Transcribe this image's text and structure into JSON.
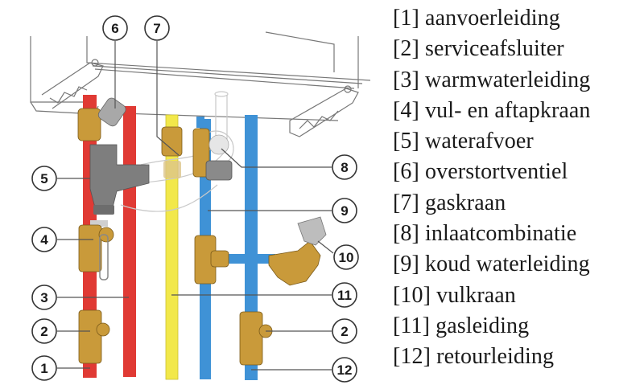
{
  "legend": {
    "items": [
      {
        "number": "1",
        "label": "[1] aanvoerleiding"
      },
      {
        "number": "2",
        "label": "[2] serviceafsluiter"
      },
      {
        "number": "3",
        "label": "[3] warmwaterleiding"
      },
      {
        "number": "4",
        "label": "[4] vul- en aftapkraan"
      },
      {
        "number": "5",
        "label": "[5] waterafvoer"
      },
      {
        "number": "6",
        "label": "[6] overstortventiel"
      },
      {
        "number": "7",
        "label": "[7] gaskraan"
      },
      {
        "number": "8",
        "label": "[8] inlaatcombinatie"
      },
      {
        "number": "9",
        "label": "[9] koud waterleiding"
      },
      {
        "number": "10",
        "label": "[10] vulkraan"
      },
      {
        "number": "11",
        "label": "[11] gasleiding"
      },
      {
        "number": "12",
        "label": "[12] retourleiding"
      }
    ]
  },
  "callouts": [
    {
      "id": "callout-6",
      "text": "6"
    },
    {
      "id": "callout-7",
      "text": "7"
    },
    {
      "id": "callout-5",
      "text": "5"
    },
    {
      "id": "callout-4",
      "text": "4"
    },
    {
      "id": "callout-3",
      "text": "3"
    },
    {
      "id": "callout-2-left",
      "text": "2"
    },
    {
      "id": "callout-1",
      "text": "1"
    },
    {
      "id": "callout-8",
      "text": "8"
    },
    {
      "id": "callout-9",
      "text": "9"
    },
    {
      "id": "callout-10",
      "text": "10"
    },
    {
      "id": "callout-11",
      "text": "11"
    },
    {
      "id": "callout-2-right",
      "text": "2"
    },
    {
      "id": "callout-12",
      "text": "12"
    }
  ],
  "colors": {
    "supply_pipe": "#e03a34",
    "hot_water_pipe": "#e03a34",
    "gas_pipe": "#f2e84a",
    "cold_water_pipe": "#3f92d6",
    "return_pipe": "#3f92d6",
    "brass": "#c99a3a",
    "drain_grey": "#8a8a8a",
    "outline": "#555555"
  }
}
